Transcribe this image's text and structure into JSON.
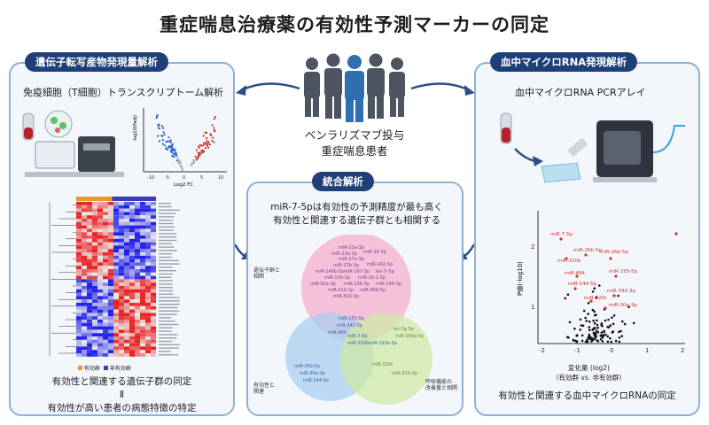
{
  "title": "重症喘息治療薬の有効性予測マーカーの同定",
  "patients": {
    "line1": "ベンラリズマブ投与",
    "line2": "重症喘息患者"
  },
  "left_panel": {
    "title": "遺伝子転写産物発現量解析",
    "subtitle": "免疫細胞（T細胞）トランスクリプトーム解析",
    "volcano_xlabel": "Log2 FC",
    "volcano_ylabel": "-log10(Padj)",
    "volcano_ticks": [
      "-10",
      "-5",
      "0",
      "5",
      "10"
    ],
    "heatmap_legend": [
      "有効群",
      "非有効群"
    ],
    "footer1": "有効性と関連する遺伝子群の同定",
    "footer_sep": "Ⅱ",
    "footer2": "有効性が高い患者の病態特徴の特定"
  },
  "center_panel": {
    "title": "統合解析",
    "line1": "miR-7-5pは有効性の予測精度が最も高く",
    "line2": "有効性と関連する遺伝子群とも相関する",
    "venn": {
      "label_top": [
        "遺伝子群と",
        "相関"
      ],
      "label_left": [
        "有効性と",
        "関連"
      ],
      "label_right": [
        "呼吸機能の",
        "改善量と相関"
      ],
      "top_mirs": [
        "miR-23a-3p",
        "miR-23b-3p",
        "miR-24-3p",
        "miR-27a-3p",
        "miR-27b-3p",
        "miR-142-5p",
        "miR-146b-5p",
        "miR-197-3p",
        "let-7i-5p",
        "miR-15b-3p",
        "miR-16-2-3p",
        "miR-92a-3p",
        "miR-136-3p",
        "miR-144-3p",
        "miR-210-3p",
        "miR-486-5p",
        "miR-502-3p"
      ],
      "overlap_mirs": [
        "miR-155-5p",
        "miR-342-3p",
        "miR-484",
        "miR-7-5p",
        "miR-320b",
        "miR-193a-5p"
      ],
      "left_mirs": [
        "miR-26b-5p",
        "miR-30a-3p",
        "miR-144-5p"
      ],
      "right_mirs": [
        "let-7g-5p",
        "miR-193a-5p",
        "miR-320c",
        "miR-320-3p"
      ]
    }
  },
  "right_panel": {
    "title": "血中マイクロRNA発現解析",
    "subtitle": "血中マイクロRNA PCRアレイ",
    "volcano_ylabel": "P値(-log10)",
    "volcano_xlabel": "変化量 (log2)",
    "volcano_caption": "（有効群 vs. 非有効群）",
    "volcano_xticks": [
      "-2",
      "-1",
      "0",
      "1",
      "2"
    ],
    "volcano_yticks": [
      "1",
      "2"
    ],
    "highlighted": [
      "miR-7-5p",
      "miR-26b-5p",
      "miR-320b",
      "miR-26b-5p",
      "miR-484",
      "miR-155-5p",
      "miR-144-5p",
      "miR-342-3p",
      "miR-320c",
      "miR-30e-3p"
    ],
    "footer": "有効性と関連する血中マイクロRNAの同定"
  },
  "colors": {
    "accent_navy": "#1f3f78",
    "panel_border": "#8fb0d6",
    "red": "#d0312d",
    "blue": "#2a62c9",
    "venn_pink": "#f3b7d2",
    "venn_blue": "#a9cdef",
    "venn_green": "#cfe8a7"
  }
}
